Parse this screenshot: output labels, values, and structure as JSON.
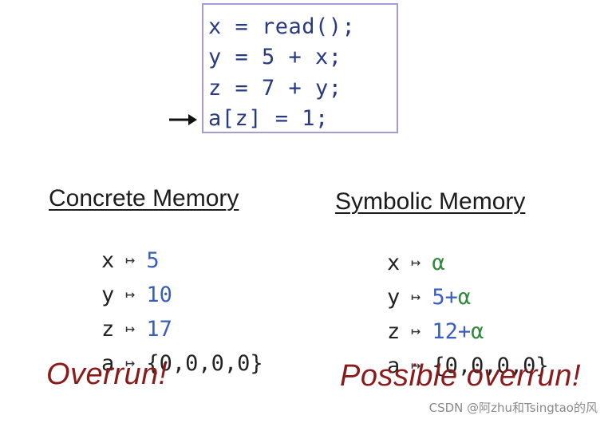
{
  "code": {
    "lines": [
      "x = read();",
      "y = 5 + x;",
      "z = 7 + y;",
      "a[z] = 1;"
    ],
    "current_line_marker": "→"
  },
  "concrete": {
    "title": "Concrete Memory",
    "maps_symbol": "↦",
    "rows": [
      {
        "var": "x",
        "val": "5"
      },
      {
        "var": "y",
        "val": "10"
      },
      {
        "var": "z",
        "val": "17"
      },
      {
        "var": "a",
        "val": "{0,0,0,0}"
      }
    ],
    "verdict": "Overrun!"
  },
  "symbolic": {
    "title": "Symbolic Memory",
    "maps_symbol": "↦",
    "rows": [
      {
        "var": "x",
        "val_prefix": "",
        "sym": "α"
      },
      {
        "var": "y",
        "val_prefix": "5+",
        "sym": "α"
      },
      {
        "var": "z",
        "val_prefix": "12+",
        "sym": "α"
      },
      {
        "var": "a",
        "val_prefix": "{0,0,0,0}",
        "sym": ""
      }
    ],
    "verdict": "Possible overrun!"
  },
  "watermark": "CSDN @阿zhu和Tsingtao的风",
  "colors": {
    "code_text": "#2a3a80",
    "box_border": "#a99ad4",
    "concrete_value": "#3a5ec0",
    "symbol": "#2e8a3a",
    "verdict": "#8b1a1a"
  }
}
